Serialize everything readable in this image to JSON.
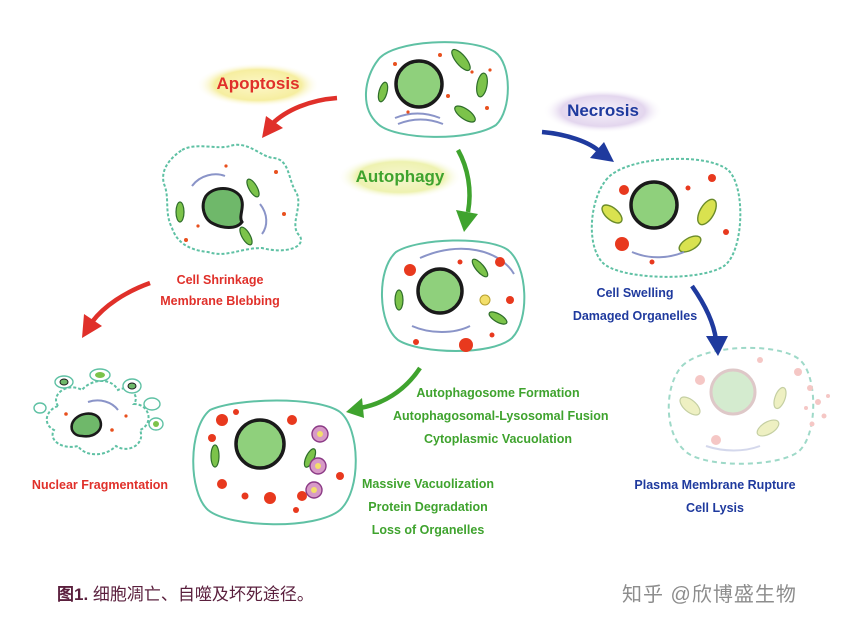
{
  "pathways": {
    "apoptosis": {
      "title": "Apoptosis",
      "stage1": [
        "Cell Shrinkage",
        "Membrane Blebbing"
      ],
      "stage2": "Nuclear Fragmentation",
      "color": "#e0302a"
    },
    "autophagy": {
      "title": "Autophagy",
      "stage1": [
        "Autophagosome Formation",
        "Autophagosomal-Lysosomal Fusion",
        "Cytoplasmic Vacuolation"
      ],
      "stage2": [
        "Massive Vacuolization",
        "Protein Degradation",
        "Loss of Organelles"
      ],
      "color": "#3fa32e"
    },
    "necrosis": {
      "title": "Necrosis",
      "stage1": [
        "Cell Swelling",
        "Damaged Organelles"
      ],
      "stage2": [
        "Plasma Membrane Rupture",
        "Cell Lysis"
      ],
      "color": "#1f3a9e"
    }
  },
  "caption": {
    "figure_label": "图1.",
    "text": " 细胞凋亡、自噬及坏死途径。"
  },
  "watermark": "知乎 @欣博盛生物"
}
